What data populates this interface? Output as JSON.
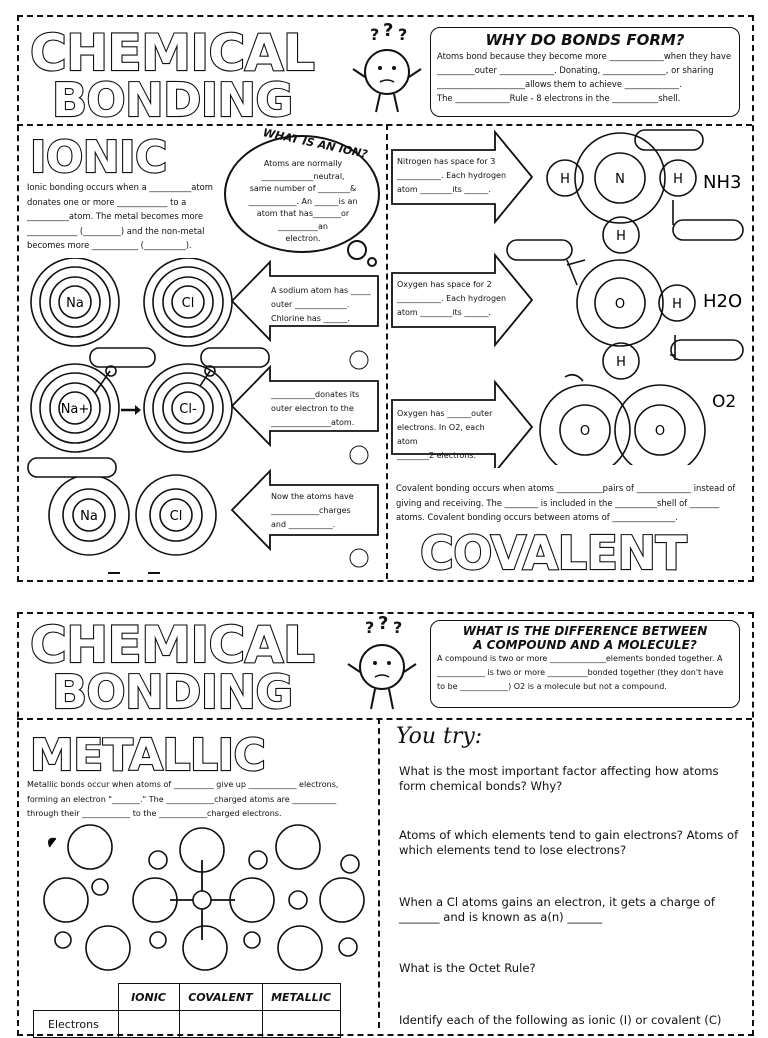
{
  "top": {
    "title_line1": "CHEMICAL",
    "title_line2": "BONDING",
    "why_box": {
      "heading": "WHY DO BONDS FORM?",
      "lines": [
        "Atoms bond because they become more _____________when they have",
        "_________outer _____________. Donating, _______________, or sharing",
        "_____________________allows them to achieve _____________.",
        "The _____________Rule - 8 electrons in the ___________shell."
      ]
    },
    "ionic": {
      "title": "IONIC",
      "text": [
        "Ionic bonding occurs when a __________atom",
        "donates one or more ____________ to a",
        "__________atom. The metal becomes more",
        "____________ (_________) and the non-metal",
        "becomes more ___________ (__________)."
      ],
      "ion_bubble": {
        "heading": "WHAT IS AN ION?",
        "lines": [
          "Atoms are normally",
          "_____________neutral,",
          "same number of ________&",
          "____________. An ______is an",
          "atom that has_______or",
          "__________an",
          "electron."
        ]
      },
      "atoms_row1": [
        "Na",
        "Cl"
      ],
      "atoms_row2": [
        "Na+",
        "Cl-"
      ],
      "atoms_row3": [
        "Na",
        "Cl"
      ],
      "arrow_notes": [
        [
          "A sodium atom has _____",
          "outer _____________.",
          "Chlorine has ______."
        ],
        [
          "___________donates its",
          "outer electron to the",
          "_______________atom."
        ],
        [
          "Now the atoms have",
          "____________charges",
          "and ___________."
        ]
      ]
    },
    "covalent": {
      "title": "COVALENT",
      "arrow_notes": [
        [
          "Nitrogen has space for 3",
          "___________. Each hydrogen",
          "atom ________its ______."
        ],
        [
          "Oxygen has space for 2",
          "___________. Each hydrogen",
          "atom ________its ______."
        ],
        [
          "Oxygen has ______outer",
          "electrons. In O2, each atom",
          "________2 electrons."
        ]
      ],
      "molecules": {
        "nh3": {
          "center": "N",
          "h": "H",
          "formula": "NH3"
        },
        "h2o": {
          "center": "O",
          "h": "H",
          "formula": "H2O"
        },
        "o2": {
          "atom": "O",
          "formula": "O2"
        }
      },
      "text": [
        "Covalent bonding occurs when atoms ___________pairs of _____________ instead of",
        "giving and receiving. The ________ is included in the __________shell of _______",
        "atoms. Covalent bonding occurs between atoms of _______________."
      ]
    }
  },
  "bottom": {
    "title_line1": "CHEMICAL",
    "title_line2": "BONDING",
    "diff_box": {
      "heading1": "WHAT IS THE DIFFERENCE BETWEEN",
      "heading2": "A COMPOUND AND A MOLECULE?",
      "lines": [
        "A compound is two or more ______________elements bonded together. A",
        "____________ is two or more __________bonded together (they don't have",
        "to be ____________) O2 is a molecule but not a compound."
      ]
    },
    "metallic": {
      "title": "METALLIC",
      "text": [
        "Metallic bonds occur when atoms of __________ give up ____________ electrons,",
        "forming an electron \"_______.\" The ____________charged atoms are ___________",
        "through their ____________ to the ____________charged electrons."
      ]
    },
    "you_try": {
      "heading": "You try:",
      "questions": [
        "What is the most important factor affecting how atoms form chemical bonds? Why?",
        "Atoms of which elements tend to gain electrons? Atoms of which elements tend to lose electrons?",
        "When a Cl atoms gains an electron, it gets a charge of _______ and is known as a(n) ______",
        "What is the Octet Rule?",
        "Identify each of the following as ionic (I) or covalent (C)"
      ]
    },
    "table": {
      "headers": [
        "IONIC",
        "COVALENT",
        "METALLIC"
      ],
      "row1": "Electrons"
    }
  }
}
